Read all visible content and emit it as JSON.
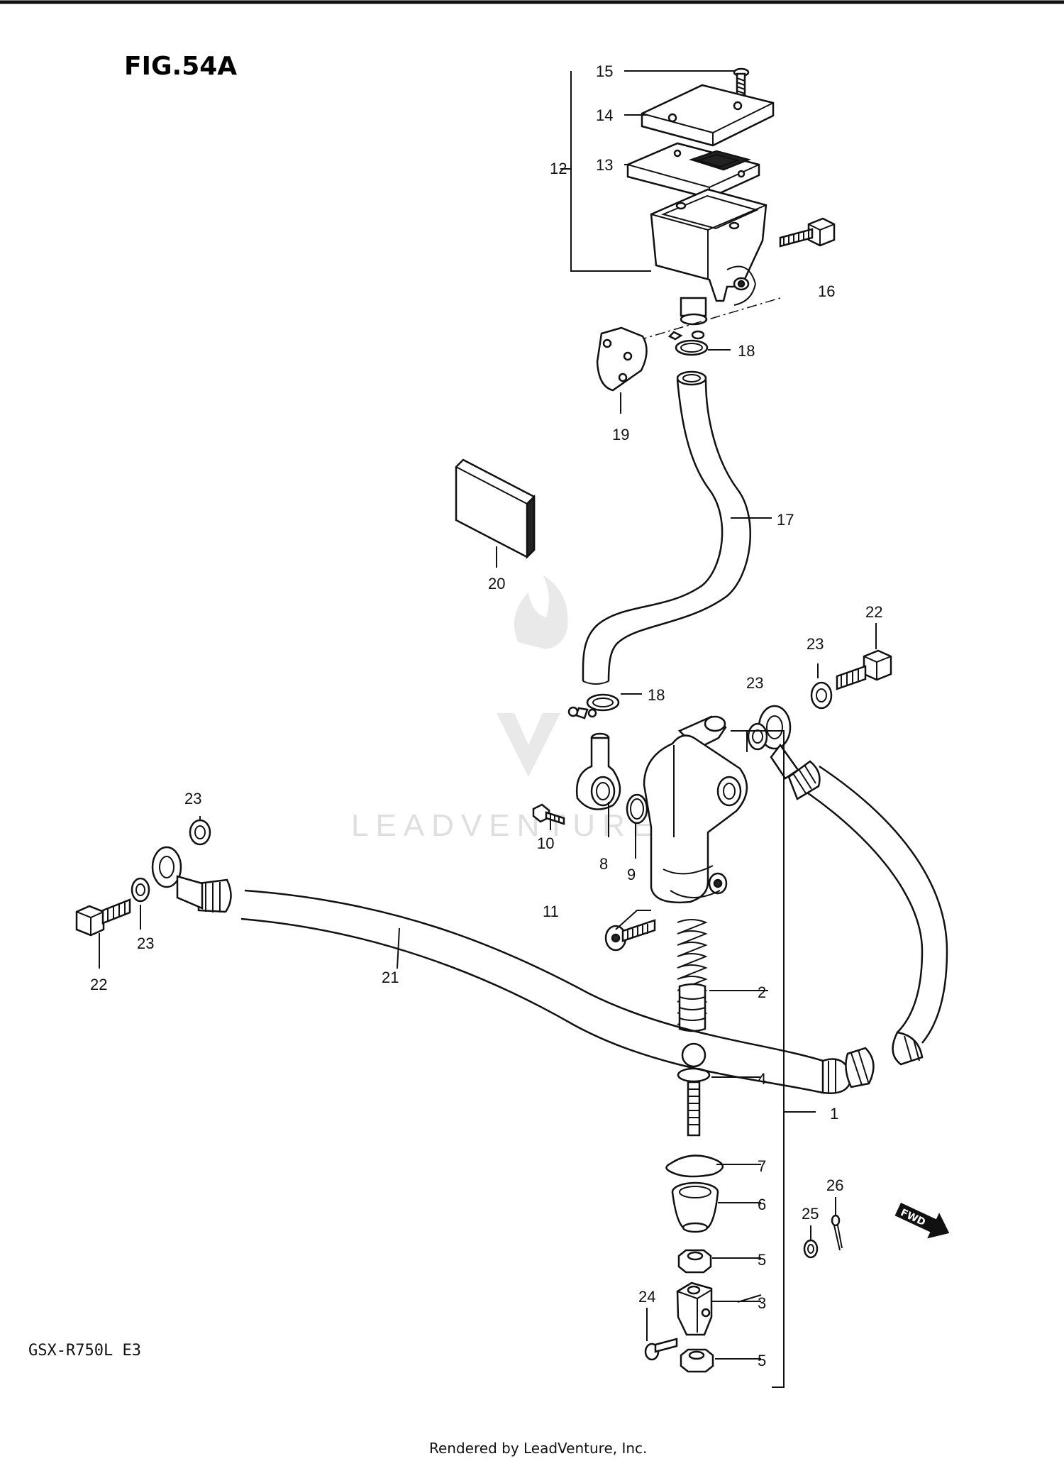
{
  "figure": {
    "title": "FIG.54A",
    "model": "GSX-R750L  E3"
  },
  "watermark": "LEADVENTURE",
  "footer": "Rendered by LeadVenture, Inc.",
  "fwd_label": "FWD",
  "callouts": {
    "c1": "1",
    "c2": "2",
    "c3": "3",
    "c4": "4",
    "c5a": "5",
    "c5b": "5",
    "c6": "6",
    "c7": "7",
    "c8": "8",
    "c9": "9",
    "c10": "10",
    "c11": "11",
    "c12": "12",
    "c13": "13",
    "c14": "14",
    "c15": "15",
    "c16": "16",
    "c17": "17",
    "c18a": "18",
    "c18b": "18",
    "c19": "19",
    "c20": "20",
    "c21": "21",
    "c22a": "22",
    "c22b": "22",
    "c23a": "23",
    "c23b": "23",
    "c23c": "23",
    "c23d": "23",
    "c24": "24",
    "c25": "25",
    "c26": "26"
  }
}
